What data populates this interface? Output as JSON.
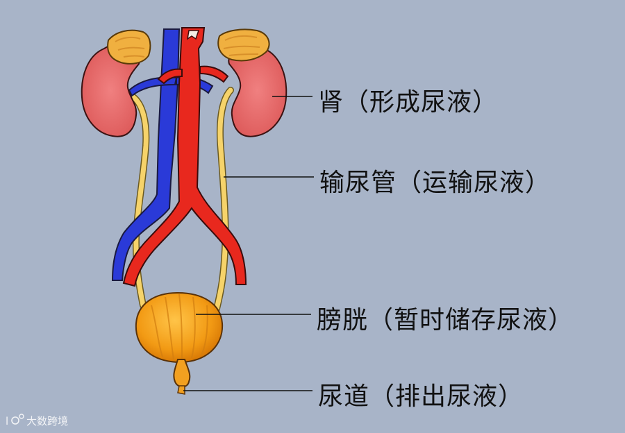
{
  "labels": {
    "kidney": "肾（形成尿液）",
    "ureter": "输尿管（运输尿液）",
    "bladder": "膀胱（暂时储存尿液）",
    "urethra": "尿道（排出尿液）"
  },
  "watermark": {
    "text": "大数跨境"
  },
  "colors": {
    "background": "#a8b4c8",
    "kidney": "#e86a6a",
    "adrenal": "#f0b040",
    "artery": "#e8281e",
    "vein": "#2a3ad8",
    "ureter": "#f6d36a",
    "bladder": "#f2a020"
  }
}
